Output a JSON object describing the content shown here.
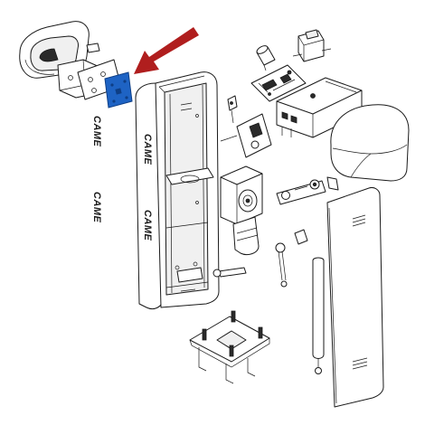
{
  "brand": {
    "logo_text": "CAME"
  },
  "colors": {
    "highlight_part": "#1e63c4",
    "arrow": "#b01e1e",
    "line": "#1a1a1a"
  },
  "highlight": {
    "part": "mounting-plate",
    "indicator": "arrow"
  }
}
